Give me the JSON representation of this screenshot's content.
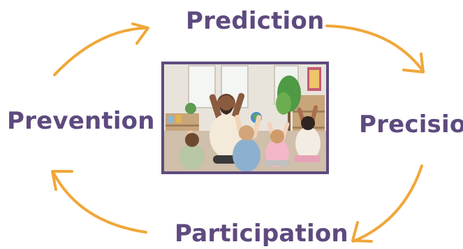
{
  "cycle": {
    "top_label": "Prediction",
    "right_label": "Precision",
    "bottom_label": "Participation",
    "left_label": "Prevention"
  },
  "colors": {
    "label_text": "#5e4a7e",
    "arrow": "#f0a73a",
    "frame_border": "#5e4a7e"
  },
  "photo": {
    "subject": "teacher and children raising hands in classroom"
  }
}
